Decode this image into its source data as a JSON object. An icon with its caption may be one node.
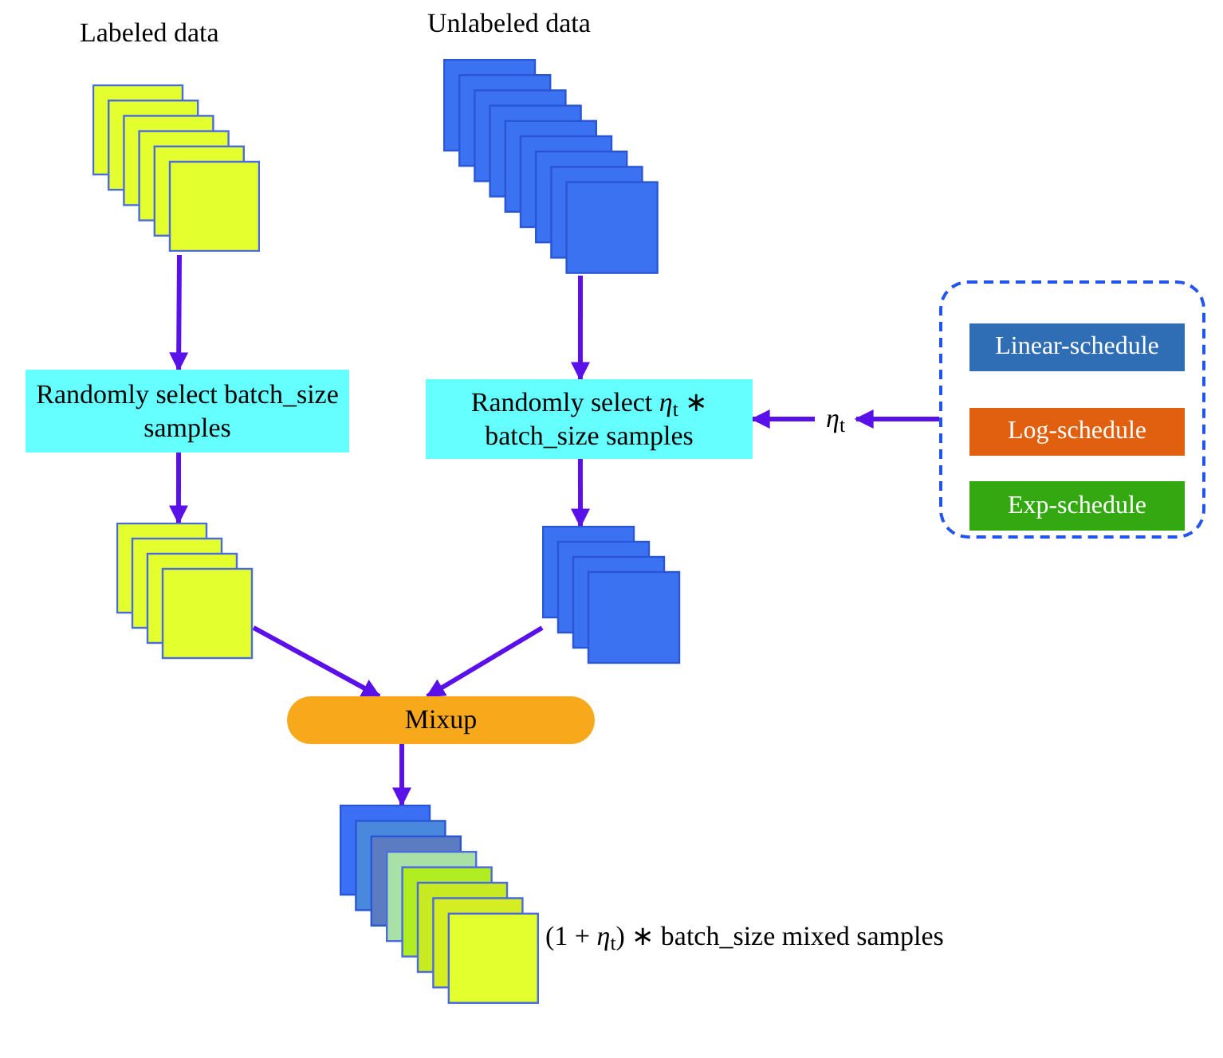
{
  "diagram": {
    "nodes": [
      {
        "text": [
          "Labeled data"
        ]
      },
      {
        "text": [
          "Unlabeled data"
        ]
      },
      {
        "text": [
          "Randomly select batch_size samples"
        ]
      },
      {
        "text": [
          "Randomly select *η*$_{t}$ ∗ batch_size  samples"
        ]
      },
      {
        "text": [
          "*η*$_{t}$"
        ]
      },
      {
        "text": [],
        "shape": "box"
      },
      {
        "text": [
          "Linear-schedule"
        ],
        "in": 5
      },
      {
        "text": [
          "Log-schedule"
        ],
        "in": 5
      },
      {
        "text": [
          "Exp-schedule"
        ],
        "in": 5
      },
      {
        "text": [],
        "shape": "stack"
      },
      {
        "text": [],
        "shape": "stack"
      },
      {
        "text": [
          "Mixup"
        ]
      },
      {
        "text": [],
        "shape": "stack",
        "beside": [
          "(1 + *η*$_{t}$) ∗ batch_size mixed samples"
        ]
      }
    ],
    "edges": [
      {
        "from": 0,
        "to": 2,
        "arrow": "to"
      },
      {
        "from": 1,
        "to": 3,
        "arrow": "to"
      },
      {
        "from": 2,
        "to": 9,
        "arrow": "to"
      },
      {
        "from": 3,
        "to": 10,
        "arrow": "to"
      },
      {
        "from": 9,
        "to": 11,
        "arrow": "to"
      },
      {
        "from": 10,
        "to": 11,
        "arrow": "to"
      },
      {
        "from": 11,
        "to": 12,
        "arrow": "to"
      },
      {
        "from": 5,
        "to": 4,
        "arrow": "to"
      },
      {
        "from": 4,
        "to": 3,
        "arrow": "to"
      }
    ]
  }
}
